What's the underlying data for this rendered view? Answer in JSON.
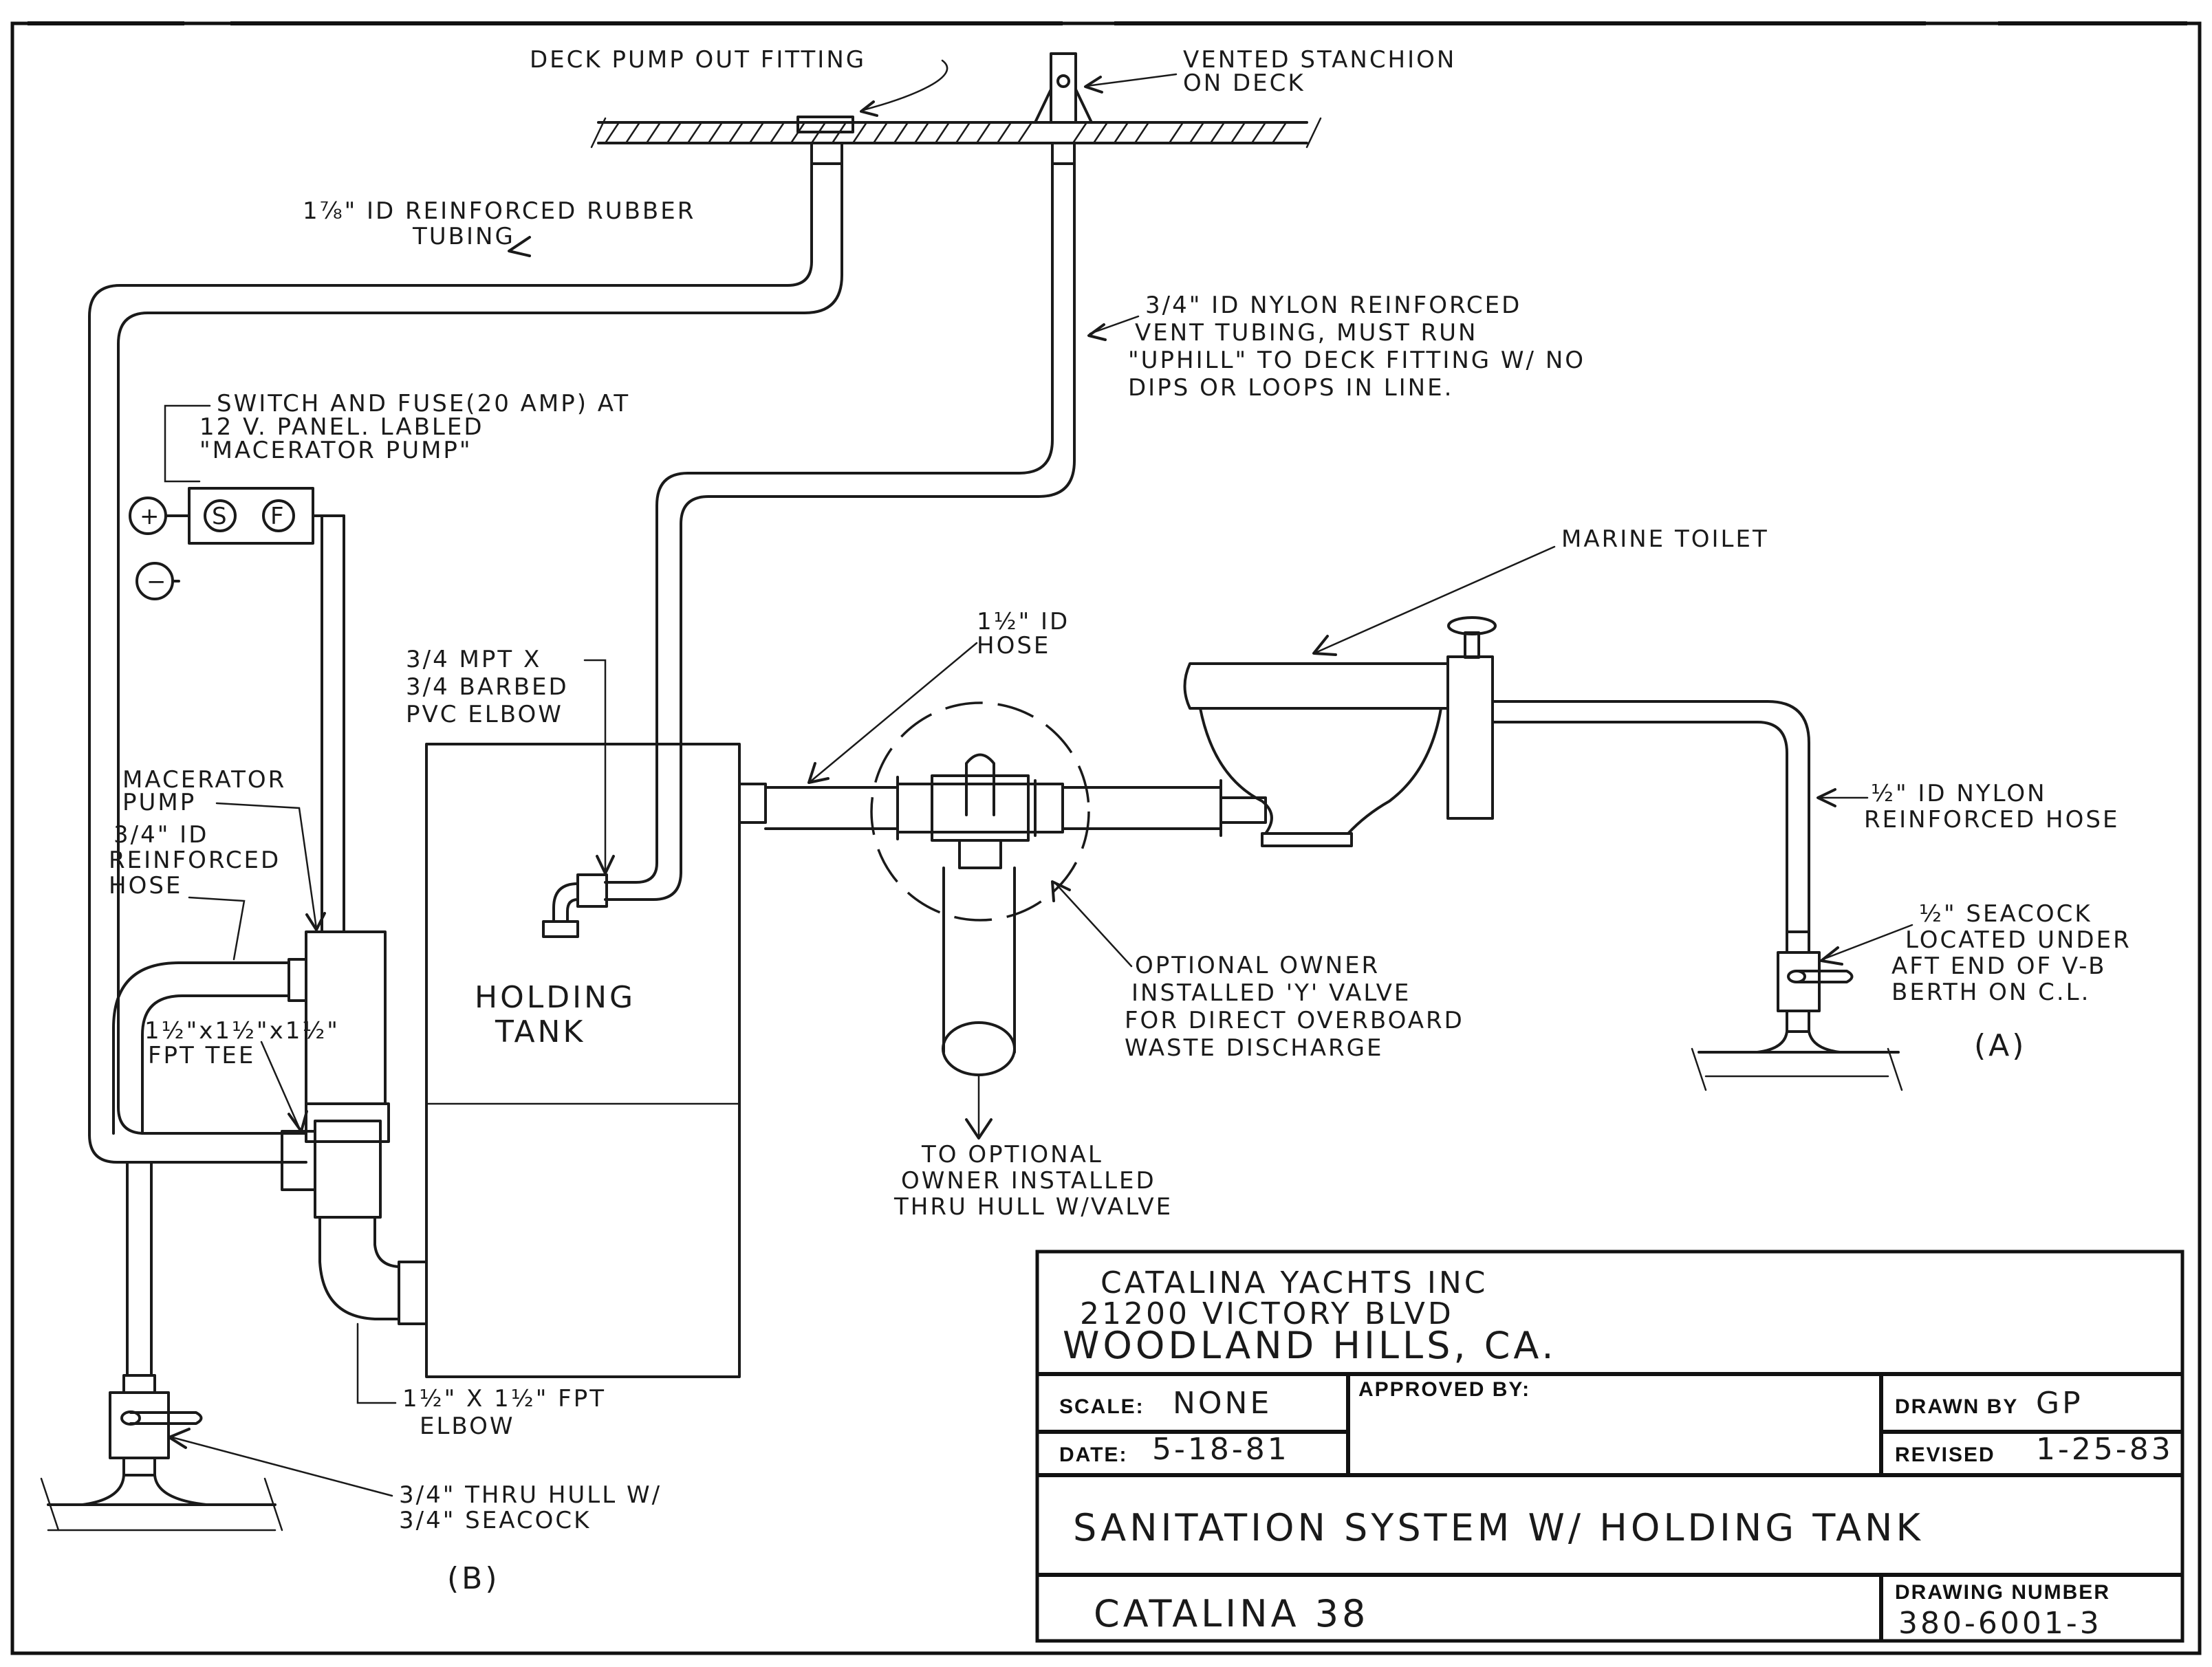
{
  "labels": {
    "deck_pump_out": "DECK PUMP OUT FITTING",
    "vented_stanchion_1": "VENTED STANCHION",
    "vented_stanchion_2": "ON DECK",
    "rubber_tubing_1": "1⅞\" ID REINFORCED RUBBER",
    "rubber_tubing_2": "TUBING",
    "vent_tubing_1": "3/4\" ID NYLON REINFORCED",
    "vent_tubing_2": "VENT TUBING, MUST RUN",
    "vent_tubing_3": "\"UPHILL\" TO DECK FITTING W/ NO",
    "vent_tubing_4": "DIPS OR LOOPS IN LINE.",
    "switch_fuse_1": "SWITCH AND FUSE(20 AMP) AT",
    "switch_fuse_2": "12 V. PANEL. LABLED",
    "switch_fuse_3": "\"MACERATOR PUMP\"",
    "plus": "+",
    "minus": "−",
    "switch_s": "S",
    "fuse_f": "F",
    "marine_toilet": "MARINE TOILET",
    "hose_15_1": "1½\" ID",
    "hose_15_2": "HOSE",
    "elbow_pvc_1": "3/4 MPT X",
    "elbow_pvc_2": "3/4 BARBED",
    "elbow_pvc_3": "PVC ELBOW",
    "macerator_1": "MACERATOR",
    "macerator_2": "PUMP",
    "reinf_hose_1": "3/4\" ID",
    "reinf_hose_2": "REINFORCED",
    "reinf_hose_3": "HOSE",
    "tee_1": "1½\"x1½\"x1½\"",
    "tee_2": "FPT TEE",
    "holding_1": "HOLDING",
    "holding_2": "TANK",
    "y_valve_1": "OPTIONAL OWNER",
    "y_valve_2": "INSTALLED 'Y' VALVE",
    "y_valve_3": "FOR DIRECT OVERBOARD",
    "y_valve_4": "WASTE DISCHARGE",
    "thru_hull_opt_1": "TO OPTIONAL",
    "thru_hull_opt_2": "OWNER INSTALLED",
    "thru_hull_opt_3": "THRU HULL W/VALVE",
    "nylon_hose_1": "½\" ID NYLON",
    "nylon_hose_2": "REINFORCED HOSE",
    "seacock_a_1": "½\" SEACOCK",
    "seacock_a_2": "LOCATED UNDER",
    "seacock_a_3": "AFT END OF V-B",
    "seacock_a_4": "BERTH ON C.L.",
    "mark_a": "(A)",
    "elbow_fpt_1": "1½\" X 1½\" FPT",
    "elbow_fpt_2": "ELBOW",
    "thru_hull_b_1": "3/4\" THRU HULL W/",
    "thru_hull_b_2": "3/4\" SEACOCK",
    "mark_b": "(B)"
  },
  "title_block": {
    "company_1": "CATALINA YACHTS INC",
    "company_2": "21200 VICTORY BLVD",
    "company_3": "WOODLAND HILLS, CA.",
    "scale_label": "SCALE:",
    "scale_value": "NONE",
    "approved_label": "APPROVED BY:",
    "drawn_label": "DRAWN BY",
    "drawn_value": "GP",
    "date_label": "DATE:",
    "date_value": "5-18-81",
    "revised_label": "REVISED",
    "revised_value": "1-25-83",
    "title": "SANITATION SYSTEM W/ HOLDING TANK",
    "model": "CATALINA 38",
    "drawing_number_label": "DRAWING NUMBER",
    "drawing_number": "380-6001-3"
  }
}
